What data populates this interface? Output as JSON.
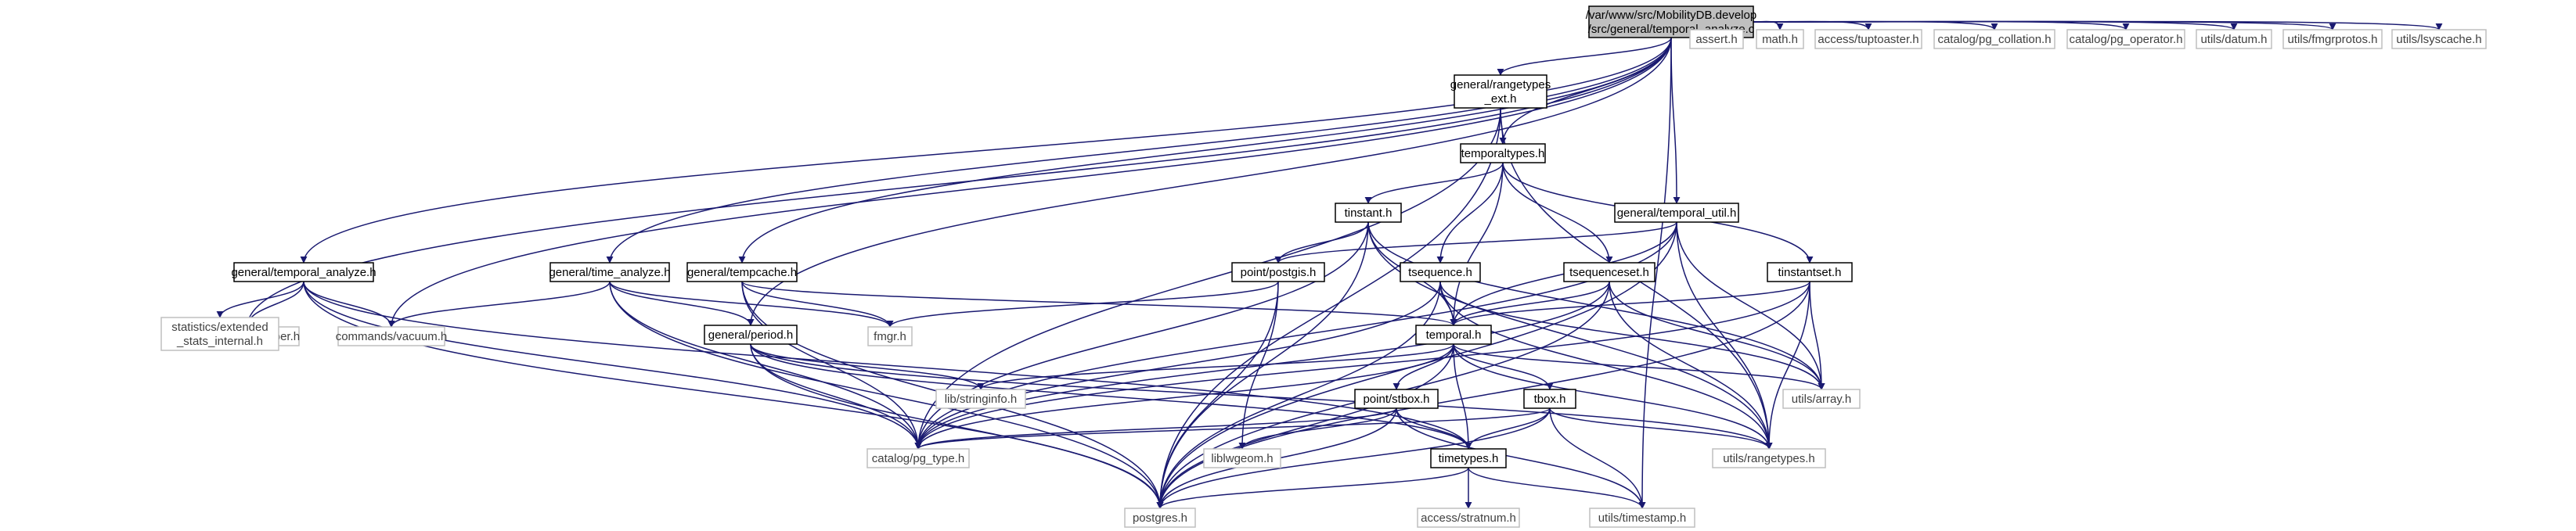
{
  "graph": {
    "root": "n_root",
    "colors": {
      "edge": "#191970",
      "root_fill": "#bfbfbf",
      "box_fill": "#ffffff",
      "box_stroke": "#000000",
      "system_stroke": "#bfbfbf",
      "system_text": "#404040"
    },
    "nodes": [
      {
        "id": "n_root",
        "lines": [
          "/var/www/src/MobilityDB.develop",
          "/src/general/temporal_analyze.c"
        ],
        "kind": "root"
      },
      {
        "id": "n_parse_oper",
        "lines": [
          "parser/parse_oper.h"
        ],
        "kind": "system"
      },
      {
        "id": "n_vacuum",
        "lines": [
          "commands/vacuum.h"
        ],
        "kind": "system"
      },
      {
        "id": "n_temporal_analyze_h",
        "lines": [
          "general/temporal_analyze.h"
        ],
        "kind": "local"
      },
      {
        "id": "n_time_analyze",
        "lines": [
          "general/time_analyze.h"
        ],
        "kind": "local"
      },
      {
        "id": "n_tempcache",
        "lines": [
          "general/tempcache.h"
        ],
        "kind": "local"
      },
      {
        "id": "n_period",
        "lines": [
          "general/period.h"
        ],
        "kind": "local"
      },
      {
        "id": "n_rangetypes_ext",
        "lines": [
          "general/rangetypes",
          "_ext.h"
        ],
        "kind": "local"
      },
      {
        "id": "n_temporaltypes",
        "lines": [
          "temporaltypes.h"
        ],
        "kind": "local"
      },
      {
        "id": "n_temporal_util",
        "lines": [
          "general/temporal_util.h"
        ],
        "kind": "local"
      },
      {
        "id": "n_assert",
        "lines": [
          "assert.h"
        ],
        "kind": "system"
      },
      {
        "id": "n_math",
        "lines": [
          "math.h"
        ],
        "kind": "system"
      },
      {
        "id": "n_tuptoaster",
        "lines": [
          "access/tuptoaster.h"
        ],
        "kind": "system"
      },
      {
        "id": "n_pg_collation",
        "lines": [
          "catalog/pg_collation.h"
        ],
        "kind": "system"
      },
      {
        "id": "n_pg_operator",
        "lines": [
          "catalog/pg_operator.h"
        ],
        "kind": "system"
      },
      {
        "id": "n_datum",
        "lines": [
          "utils/datum.h"
        ],
        "kind": "system"
      },
      {
        "id": "n_fmgrprotos",
        "lines": [
          "utils/fmgrprotos.h"
        ],
        "kind": "system"
      },
      {
        "id": "n_lsyscache",
        "lines": [
          "utils/lsyscache.h"
        ],
        "kind": "system"
      },
      {
        "id": "n_stats_internal",
        "lines": [
          "statistics/extended",
          "_stats_internal.h"
        ],
        "kind": "system"
      },
      {
        "id": "n_tinstant",
        "lines": [
          "tinstant.h"
        ],
        "kind": "local"
      },
      {
        "id": "n_postgis",
        "lines": [
          "point/postgis.h"
        ],
        "kind": "local"
      },
      {
        "id": "n_tsequence",
        "lines": [
          "tsequence.h"
        ],
        "kind": "local"
      },
      {
        "id": "n_tsequenceset",
        "lines": [
          "tsequenceset.h"
        ],
        "kind": "local"
      },
      {
        "id": "n_tinstantset",
        "lines": [
          "tinstantset.h"
        ],
        "kind": "local"
      },
      {
        "id": "n_fmgr",
        "lines": [
          "fmgr.h"
        ],
        "kind": "system"
      },
      {
        "id": "n_temporal",
        "lines": [
          "temporal.h"
        ],
        "kind": "local"
      },
      {
        "id": "n_stringinfo",
        "lines": [
          "lib/stringinfo.h"
        ],
        "kind": "system"
      },
      {
        "id": "n_array",
        "lines": [
          "utils/array.h"
        ],
        "kind": "system"
      },
      {
        "id": "n_stbox",
        "lines": [
          "point/stbox.h"
        ],
        "kind": "local"
      },
      {
        "id": "n_tbox",
        "lines": [
          "tbox.h"
        ],
        "kind": "local"
      },
      {
        "id": "n_pg_type",
        "lines": [
          "catalog/pg_type.h"
        ],
        "kind": "system"
      },
      {
        "id": "n_liblwgeom",
        "lines": [
          "liblwgeom.h"
        ],
        "kind": "system"
      },
      {
        "id": "n_timetypes",
        "lines": [
          "timetypes.h"
        ],
        "kind": "local"
      },
      {
        "id": "n_rangetypes",
        "lines": [
          "utils/rangetypes.h"
        ],
        "kind": "system"
      },
      {
        "id": "n_postgres",
        "lines": [
          "postgres.h"
        ],
        "kind": "system"
      },
      {
        "id": "n_stratnum",
        "lines": [
          "access/stratnum.h"
        ],
        "kind": "system"
      },
      {
        "id": "n_timestamp",
        "lines": [
          "utils/timestamp.h"
        ],
        "kind": "system"
      }
    ],
    "edges": [
      [
        "n_root",
        "n_parse_oper"
      ],
      [
        "n_root",
        "n_vacuum"
      ],
      [
        "n_root",
        "n_temporal_analyze_h"
      ],
      [
        "n_root",
        "n_time_analyze"
      ],
      [
        "n_root",
        "n_tempcache"
      ],
      [
        "n_root",
        "n_period"
      ],
      [
        "n_root",
        "n_rangetypes_ext"
      ],
      [
        "n_root",
        "n_temporaltypes"
      ],
      [
        "n_root",
        "n_temporal_util"
      ],
      [
        "n_root",
        "n_assert"
      ],
      [
        "n_root",
        "n_math"
      ],
      [
        "n_root",
        "n_tuptoaster"
      ],
      [
        "n_root",
        "n_pg_collation"
      ],
      [
        "n_root",
        "n_pg_operator"
      ],
      [
        "n_root",
        "n_datum"
      ],
      [
        "n_root",
        "n_fmgrprotos"
      ],
      [
        "n_root",
        "n_lsyscache"
      ],
      [
        "n_root",
        "n_timestamp"
      ],
      [
        "n_temporal_analyze_h",
        "n_parse_oper"
      ],
      [
        "n_temporal_analyze_h",
        "n_stats_internal"
      ],
      [
        "n_temporal_analyze_h",
        "n_vacuum"
      ],
      [
        "n_temporal_analyze_h",
        "n_pg_type"
      ],
      [
        "n_temporal_analyze_h",
        "n_postgres"
      ],
      [
        "n_temporal_analyze_h",
        "n_timetypes"
      ],
      [
        "n_time_analyze",
        "n_vacuum"
      ],
      [
        "n_time_analyze",
        "n_period"
      ],
      [
        "n_time_analyze",
        "n_pg_type"
      ],
      [
        "n_time_analyze",
        "n_postgres"
      ],
      [
        "n_time_analyze",
        "n_fmgr"
      ],
      [
        "n_tempcache",
        "n_fmgr"
      ],
      [
        "n_tempcache",
        "n_temporal"
      ],
      [
        "n_tempcache",
        "n_postgres"
      ],
      [
        "n_tempcache",
        "n_pg_type"
      ],
      [
        "n_period",
        "n_stringinfo"
      ],
      [
        "n_period",
        "n_pg_type"
      ],
      [
        "n_period",
        "n_postgres"
      ],
      [
        "n_period",
        "n_timetypes"
      ],
      [
        "n_period",
        "n_rangetypes"
      ],
      [
        "n_rangetypes_ext",
        "n_temporaltypes"
      ],
      [
        "n_rangetypes_ext",
        "n_pg_type"
      ],
      [
        "n_rangetypes_ext",
        "n_postgres"
      ],
      [
        "n_rangetypes_ext",
        "n_rangetypes"
      ],
      [
        "n_temporaltypes",
        "n_tinstant"
      ],
      [
        "n_temporaltypes",
        "n_tsequence"
      ],
      [
        "n_temporaltypes",
        "n_tsequenceset"
      ],
      [
        "n_temporaltypes",
        "n_tinstantset"
      ],
      [
        "n_temporaltypes",
        "n_temporal"
      ],
      [
        "n_temporal_util",
        "n_postgis"
      ],
      [
        "n_temporal_util",
        "n_temporal"
      ],
      [
        "n_temporal_util",
        "n_pg_type"
      ],
      [
        "n_temporal_util",
        "n_array"
      ],
      [
        "n_temporal_util",
        "n_rangetypes"
      ],
      [
        "n_temporal_util",
        "n_postgres"
      ],
      [
        "n_tinstant",
        "n_postgis"
      ],
      [
        "n_tinstant",
        "n_temporal"
      ],
      [
        "n_tinstant",
        "n_postgres"
      ],
      [
        "n_tinstant",
        "n_pg_type"
      ],
      [
        "n_tinstant",
        "n_array"
      ],
      [
        "n_tinstant",
        "n_rangetypes"
      ],
      [
        "n_postgis",
        "n_fmgr"
      ],
      [
        "n_postgis",
        "n_liblwgeom"
      ],
      [
        "n_postgis",
        "n_postgres"
      ],
      [
        "n_tsequence",
        "n_temporal"
      ],
      [
        "n_tsequence",
        "n_pg_type"
      ],
      [
        "n_tsequence",
        "n_array"
      ],
      [
        "n_tsequence",
        "n_rangetypes"
      ],
      [
        "n_tsequence",
        "n_postgres"
      ],
      [
        "n_tsequenceset",
        "n_temporal"
      ],
      [
        "n_tsequenceset",
        "n_pg_type"
      ],
      [
        "n_tsequenceset",
        "n_array"
      ],
      [
        "n_tsequenceset",
        "n_rangetypes"
      ],
      [
        "n_tsequenceset",
        "n_postgres"
      ],
      [
        "n_tinstantset",
        "n_temporal"
      ],
      [
        "n_tinstantset",
        "n_pg_type"
      ],
      [
        "n_tinstantset",
        "n_array"
      ],
      [
        "n_tinstantset",
        "n_rangetypes"
      ],
      [
        "n_tinstantset",
        "n_postgres"
      ],
      [
        "n_temporal",
        "n_stringinfo"
      ],
      [
        "n_temporal",
        "n_array"
      ],
      [
        "n_temporal",
        "n_stbox"
      ],
      [
        "n_temporal",
        "n_tbox"
      ],
      [
        "n_temporal",
        "n_pg_type"
      ],
      [
        "n_temporal",
        "n_postgres"
      ],
      [
        "n_temporal",
        "n_timetypes"
      ],
      [
        "n_temporal",
        "n_rangetypes"
      ],
      [
        "n_stbox",
        "n_pg_type"
      ],
      [
        "n_stbox",
        "n_liblwgeom"
      ],
      [
        "n_stbox",
        "n_timetypes"
      ],
      [
        "n_stbox",
        "n_postgres"
      ],
      [
        "n_stbox",
        "n_timestamp"
      ],
      [
        "n_tbox",
        "n_pg_type"
      ],
      [
        "n_tbox",
        "n_timetypes"
      ],
      [
        "n_tbox",
        "n_rangetypes"
      ],
      [
        "n_tbox",
        "n_postgres"
      ],
      [
        "n_tbox",
        "n_timestamp"
      ],
      [
        "n_timetypes",
        "n_postgres"
      ],
      [
        "n_timetypes",
        "n_stratnum"
      ],
      [
        "n_timetypes",
        "n_timestamp"
      ]
    ]
  }
}
